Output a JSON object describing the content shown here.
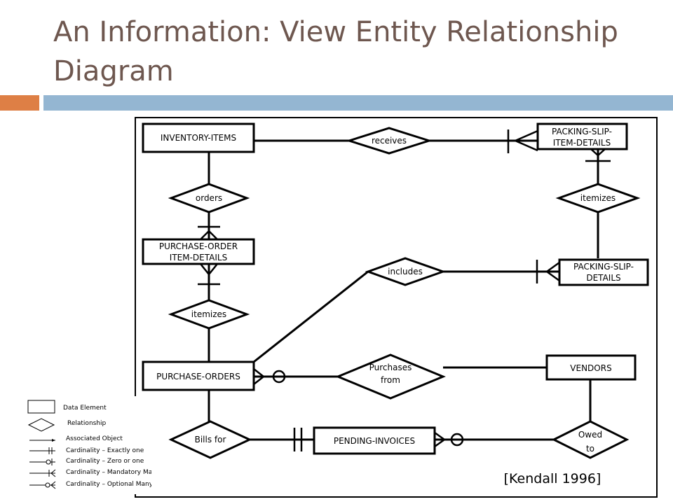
{
  "slide": {
    "title": "An Information: View Entity Relationship Diagram",
    "colors": {
      "title": "#6e574f",
      "accent_orange": "#de7f45",
      "accent_blue": "#94b6d2"
    }
  },
  "diagram": {
    "entities": {
      "inventory_items": "INVENTORY-ITEMS",
      "packing_slip_item_details": [
        "PACKING-SLIP-",
        "ITEM-DETAILS"
      ],
      "purchase_order_item_details": [
        "PURCHASE-ORDER",
        "ITEM-DETAILS"
      ],
      "packing_slip_details": [
        "PACKING-SLIP-",
        "DETAILS"
      ],
      "purchase_orders": "PURCHASE-ORDERS",
      "vendors": "VENDORS",
      "pending_invoices": "PENDING-INVOICES"
    },
    "relationships": {
      "receives": "receives",
      "orders": "orders",
      "itemizes_right": "itemizes",
      "includes": "includes",
      "itemizes_left": "itemizes",
      "purchases_from": [
        "Purchases",
        "from"
      ],
      "bills_for": "Bills for",
      "owed_to": [
        "Owed",
        "to"
      ]
    },
    "citation": "[Kendall 1996]"
  },
  "legend": {
    "data_element": "Data Element",
    "relationship": "Relationship",
    "associated_object": "Associated Object",
    "exactly_one": "Cardinality – Exactly one",
    "zero_or_one": "Cardinality – Zero or one",
    "mandatory_many": "Cardinality –  Mandatory Many",
    "optional_many": "Cardinality – Optional Many"
  }
}
